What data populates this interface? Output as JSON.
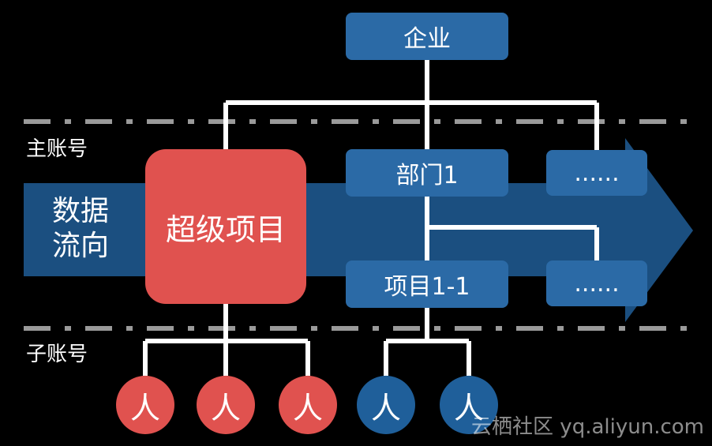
{
  "labels": {
    "main_account": "主账号",
    "sub_account": "子账号",
    "flow_line1": "数据",
    "flow_line2": "流向"
  },
  "nodes": {
    "enterprise": "企业",
    "super_project": "超级项目",
    "dept1": "部门1",
    "project11": "项目1-1",
    "more_top": "......",
    "more_bottom": "......"
  },
  "people": [
    "人",
    "人",
    "人",
    "人",
    "人"
  ],
  "watermark": "云栖社区 yq.aliyun.com",
  "colors": {
    "blue_box": "#2b6aa6",
    "red": "#e0524f",
    "arrow": "#1b4f80",
    "dash_line": "#9a9a9a",
    "connector": "#ffffff"
  }
}
